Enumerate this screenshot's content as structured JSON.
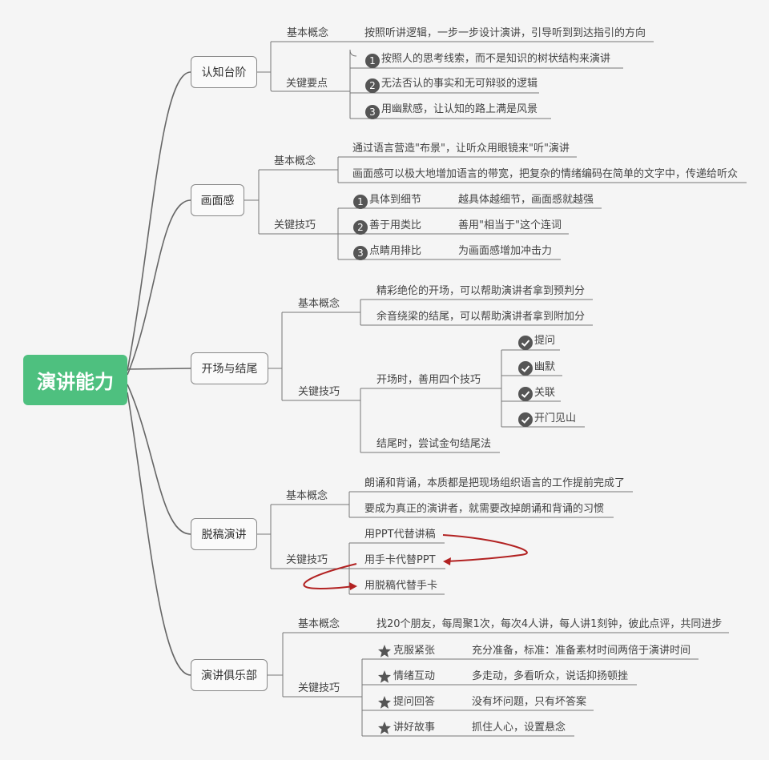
{
  "root": "演讲能力",
  "topics": {
    "t1": "认知台阶",
    "t2": "画面感",
    "t3": "开场与结尾",
    "t4": "脱稿演讲",
    "t5": "演讲俱乐部"
  },
  "labels": {
    "basic": "基本概念",
    "keypoints": "关键要点",
    "skills": "关键技巧"
  },
  "t1": {
    "basic_text": "按照听讲逻辑，一步一步设计演讲，引导听到到达指引的方向",
    "points": [
      {
        "num": "1",
        "text": "按照人的思考线索，而不是知识的树状结构来演讲"
      },
      {
        "num": "2",
        "text": "无法否认的事实和无可辩驳的逻辑"
      },
      {
        "num": "3",
        "text": "用幽默感，让认知的路上满是风景"
      }
    ]
  },
  "t2": {
    "basic_texts": [
      "通过语言营造\"布景\"，让听众用眼镜来\"听\"演讲",
      "画面感可以极大地增加语言的带宽，把复杂的情绪编码在简单的文字中，传递给听众"
    ],
    "skills": [
      {
        "num": "1",
        "name": "具体到细节",
        "desc": "越具体越细节，画面感就越强"
      },
      {
        "num": "2",
        "name": "善于用类比",
        "desc": "善用\"相当于\"这个连词"
      },
      {
        "num": "3",
        "name": "点睛用排比",
        "desc": "为画面感增加冲击力"
      }
    ]
  },
  "t3": {
    "basic_texts": [
      "精彩绝伦的开场，可以帮助演讲者拿到预判分",
      "余音绕梁的结尾，可以帮助演讲者拿到附加分"
    ],
    "opening": "开场时，善用四个技巧",
    "opening_items": [
      "提问",
      "幽默",
      "关联",
      "开门见山"
    ],
    "ending": "结尾时，尝试金句结尾法"
  },
  "t4": {
    "basic_texts": [
      "朗诵和背诵，本质都是把现场组织语言的工作提前完成了",
      "要成为真正的演讲者，就需要改掉朗诵和背诵的习惯"
    ],
    "skills": [
      "用PPT代替讲稿",
      "用手卡代替PPT",
      "用脱稿代替手卡"
    ]
  },
  "t5": {
    "basic_text": "找20个朋友，每周聚1次，每次4人讲，每人讲1刻钟，彼此点评，共同进步",
    "skills": [
      {
        "name": "克服紧张",
        "desc": "充分准备，标准：准备素材时间两倍于演讲时间"
      },
      {
        "name": "情绪互动",
        "desc": "多走动，多看听众，说话抑扬顿挫"
      },
      {
        "name": "提问回答",
        "desc": "没有坏问题，只有坏答案"
      },
      {
        "name": "讲好故事",
        "desc": "抓住人心，设置悬念"
      }
    ]
  },
  "colors": {
    "root_bg": "#4ec07f",
    "line": "#666666",
    "arrow": "#b22222",
    "badge": "#555555"
  }
}
